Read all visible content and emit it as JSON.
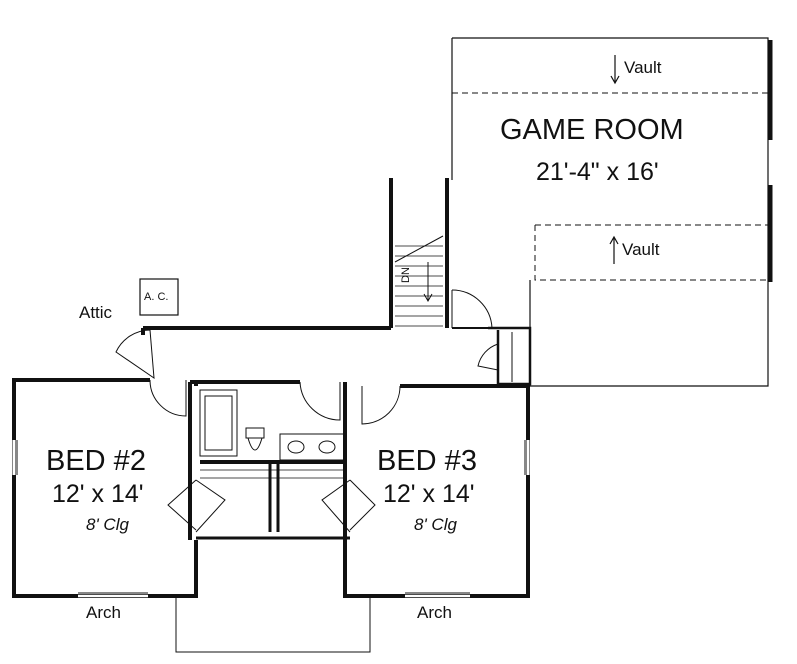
{
  "plan": {
    "game_room": {
      "name": "GAME ROOM",
      "size": "21'-4\" x 16'"
    },
    "vault_top": "Vault",
    "vault_bottom": "Vault",
    "bed2": {
      "name": "BED #2",
      "size": "12' x 14'",
      "ceiling": "8' Clg"
    },
    "bed3": {
      "name": "BED #3",
      "size": "12' x 14'",
      "ceiling": "8' Clg"
    },
    "attic": "Attic",
    "ac": "A. C.",
    "stair": "DN",
    "arch_left": "Arch",
    "arch_right": "Arch"
  }
}
